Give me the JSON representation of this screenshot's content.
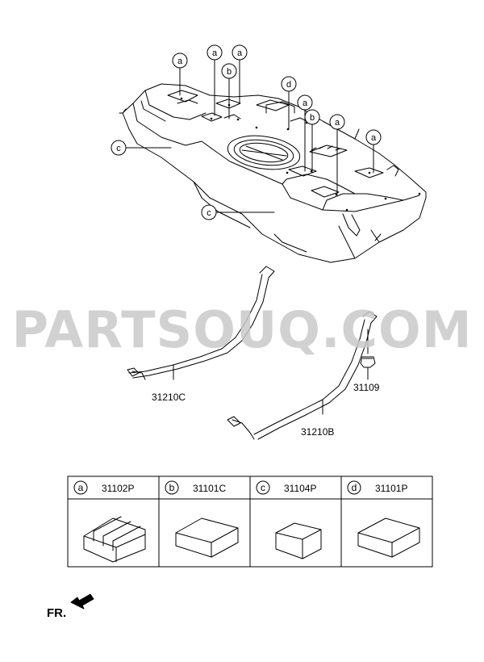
{
  "watermark": "PARTSOUQ.COM",
  "callouts": [
    "a",
    "a",
    "a",
    "b",
    "d",
    "a",
    "b",
    "a",
    "a",
    "c",
    "c"
  ],
  "parts": {
    "strap_c": "31210C",
    "strap_b": "31210B",
    "nut": "31109"
  },
  "legend": [
    {
      "letter": "a",
      "part": "31102P",
      "icon": "ribbed-pad-icon"
    },
    {
      "letter": "b",
      "part": "31101C",
      "icon": "flat-pad-icon"
    },
    {
      "letter": "c",
      "part": "31104P",
      "icon": "small-block-icon"
    },
    {
      "letter": "d",
      "part": "31101P",
      "icon": "flat-pad-icon"
    }
  ],
  "direction": {
    "label": "FR.",
    "icon": "front-arrow-icon"
  }
}
